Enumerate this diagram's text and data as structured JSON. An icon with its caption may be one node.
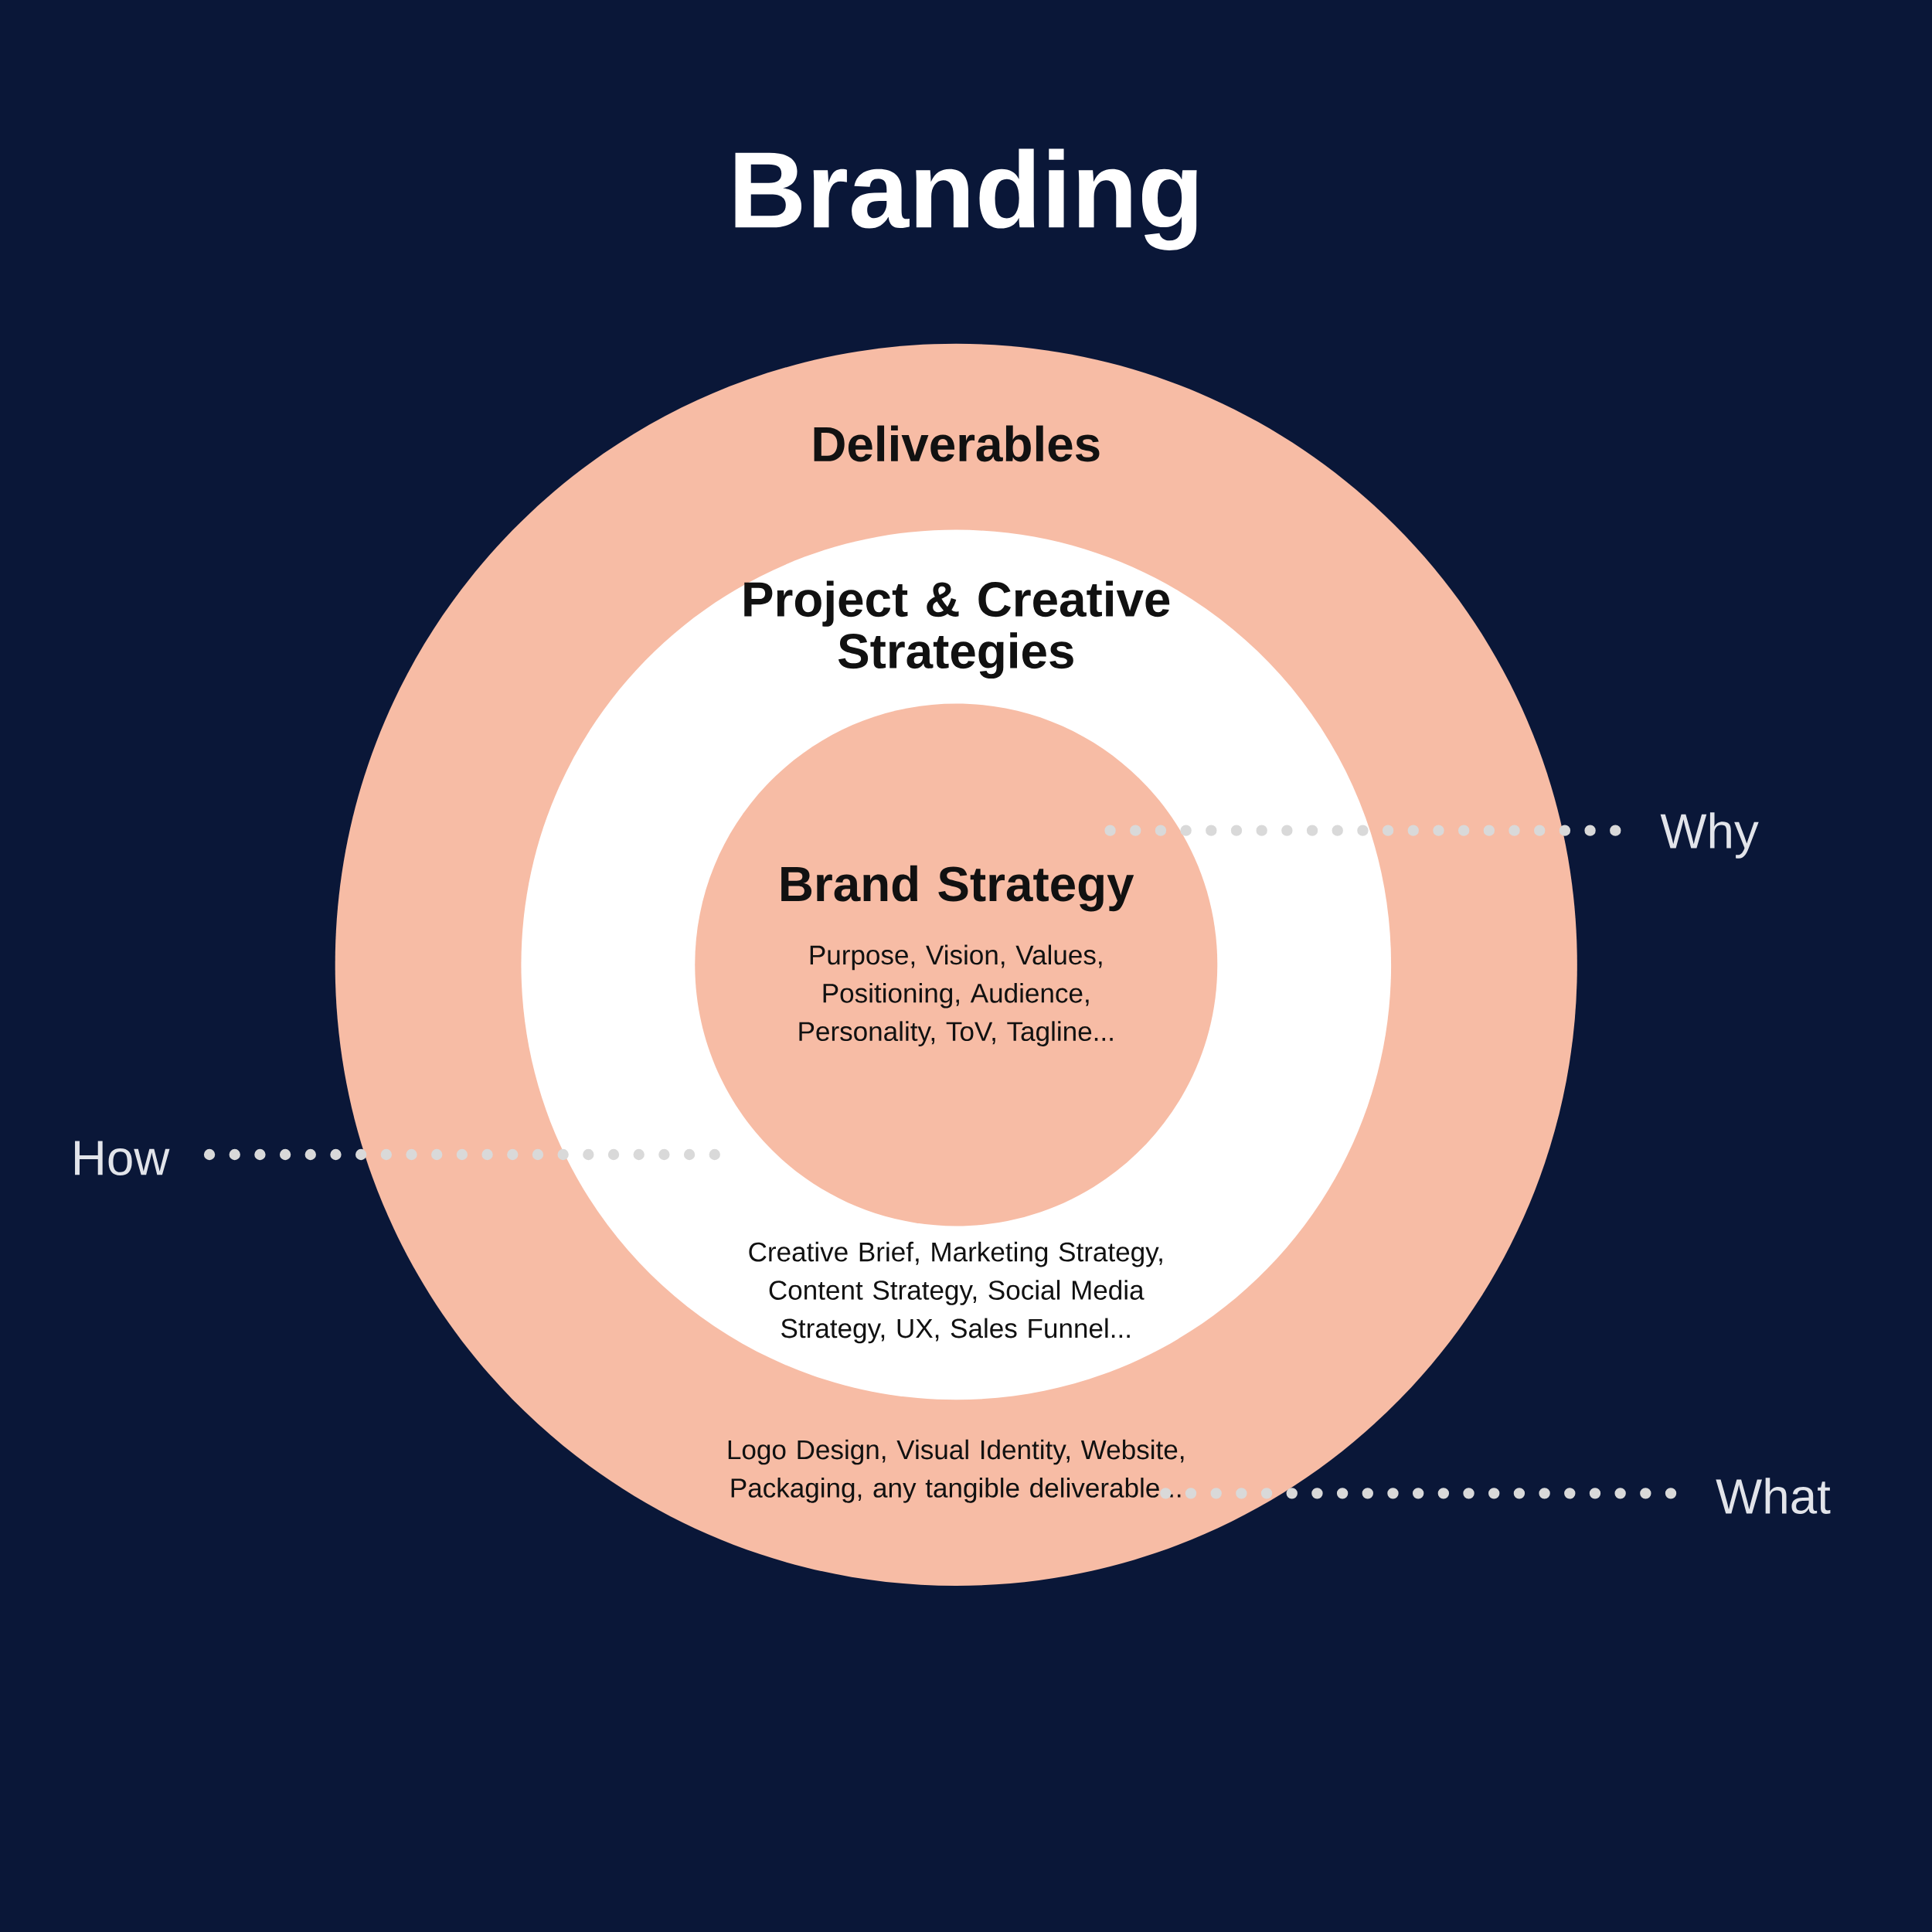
{
  "diagram": {
    "title": "Branding",
    "nodes": [
      {
        "text": [
          "Deliverables",
          "Logo Design, Visual Identity, Website, Packaging, any tangible deliverable..."
        ]
      },
      {
        "text": [
          "Project & Creative Strategies",
          "Creative Brief, Marketing Strategy, Content Strategy, Social Media Strategy, UX, Sales Funnel..."
        ],
        "in": 0
      },
      {
        "text": [
          "Brand Strategy",
          "Purpose, Vision, Values, Positioning, Audience, Personality, ToV, Tagline..."
        ],
        "in": 1
      },
      {
        "text": [
          "Why"
        ]
      },
      {
        "text": [
          "How"
        ]
      },
      {
        "text": [
          "What"
        ]
      }
    ],
    "edges": [
      {
        "from": 3,
        "to": 2,
        "arrow": "none"
      },
      {
        "from": 4,
        "to": 1,
        "arrow": "none"
      },
      {
        "from": 5,
        "to": 0,
        "arrow": "none"
      }
    ]
  }
}
